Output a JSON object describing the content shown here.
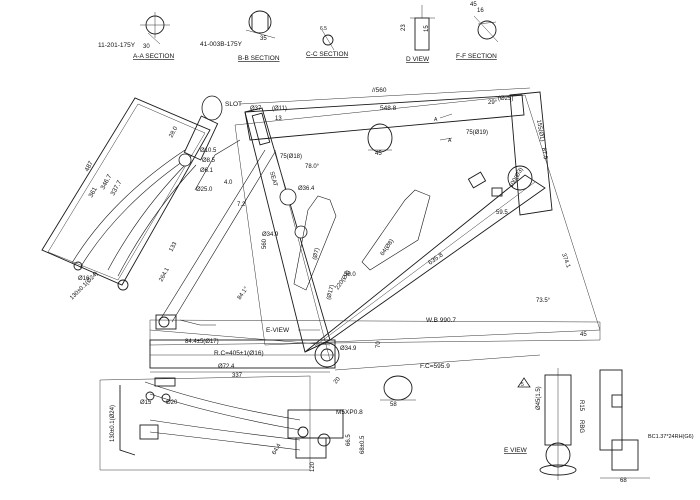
{
  "sections": {
    "aa": {
      "title": "A-A SECTION",
      "part": "11-201-175Y",
      "dim": "30"
    },
    "bb": {
      "title": "B-B SECTION",
      "part": "41-003B-175Y",
      "dim": "35"
    },
    "cc": {
      "title": "C-C SECTION",
      "dim": "6.5"
    },
    "d": {
      "title": "D VIEW",
      "dim1": "23",
      "dim2": "15"
    },
    "ff": {
      "title": "F-F SECTION",
      "dim1": "16",
      "dim2": "45"
    }
  },
  "top_tube": {
    "length": "548.8",
    "effective": "//560",
    "slot": "SLOT",
    "seat_top": "Ø37",
    "seat_clamp": "(Ø11)",
    "dim13": "13"
  },
  "head_tube": {
    "angle": "29°",
    "upper": "(Ø25)",
    "lower": "75(Ø19)",
    "len": "155(Ø1)",
    "len2": "87.5",
    "head_dim": "100(Ø3)",
    "head_angle": "73.5°"
  },
  "seat_tube": {
    "d1": "75(Ø18)",
    "ang": "78.0°",
    "d2": "Ø36.4",
    "d3": "Ø34.9",
    "seat_label": "SEAT",
    "len": "560",
    "small": "(Ø7)",
    "d4": "(Ø17)"
  },
  "down_tube": {
    "len": "635.8",
    "d1": "64(Ø8)",
    "d2": "220(Ø4)",
    "d3": "58.0",
    "d4": "374.1",
    "d5": "59.5",
    "d6": "45"
  },
  "fork": {
    "len": "487",
    "l1": "361",
    "l2": "346.7",
    "l3": "337.7",
    "d1": "28.0",
    "d2": "Ø10.5",
    "d3": "Ø8.5",
    "d4": "Ø6.1",
    "d5": "Ø25.0",
    "d6": "4.0",
    "d7": "7.2",
    "d8": "Ø16",
    "d9": "130±0.1(Ø24)",
    "d10": "133",
    "d11": "264.1"
  },
  "chainstay": {
    "rc": "R.C=405±1(Ø16)",
    "ang": "84.4±5(Ø17)",
    "d1": "Ø72.4",
    "d2": "337",
    "fc": "F.C=595.9",
    "d3": "Ø34.9",
    "d4": "70"
  },
  "wheelbase": {
    "label": "W.B 990.7",
    "d1": "45"
  },
  "eview": {
    "label": "E-VIEW",
    "bottom_label": "E VIEW"
  },
  "dropout": {
    "d1": "130±0.1(Ø24)",
    "d2": "Ø15",
    "d3": "Ø20",
    "m5": "M5XP0.8",
    "d4": "66.5",
    "d5": "68±0.5",
    "d6": "120",
    "d7": "64.4",
    "d8": "58"
  },
  "right_views": {
    "d1": "R15",
    "d2": "RBG",
    "d3": "Ø45(1.5)",
    "d4": "BC1.37*24RH(G6)",
    "d5": "68",
    "tri": "5"
  }
}
